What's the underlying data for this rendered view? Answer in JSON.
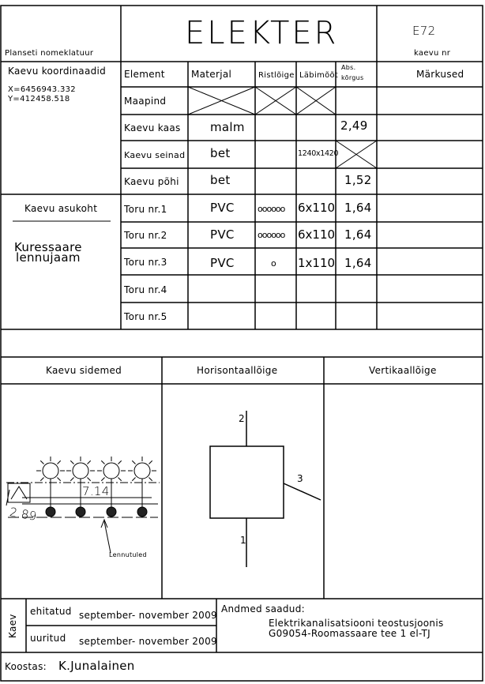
{
  "header": {
    "title": "ELEKTER",
    "nomenclature_label": "Planseti nomeklatuur",
    "well_id": "E72",
    "well_no_label": "kaevu nr"
  },
  "coords": {
    "label": "Kaevu koordinaadid",
    "x": "X=6456943.332",
    "y": "Y=412458.518"
  },
  "columns": {
    "element": "Element",
    "material": "Materjal",
    "cross": "Ristlõige",
    "dim": "Läbimõõt",
    "abs_line1": "Abs.",
    "abs_line2": "kõrgus",
    "notes": "Märkused"
  },
  "rows": [
    {
      "element": "Maapind",
      "material": "",
      "cross": "",
      "dim": "",
      "abs": ""
    },
    {
      "element": "Kaevu kaas",
      "material": "malm",
      "cross": "",
      "dim": "",
      "abs": "2,49"
    },
    {
      "element": "Kaevu seinad",
      "material": "bet",
      "cross": "",
      "dim": "1240x1420",
      "abs": ""
    },
    {
      "element": "Kaevu põhi",
      "material": "bet",
      "cross": "",
      "dim": "",
      "abs": "1,52"
    },
    {
      "element": "Toru nr.1",
      "material": "PVC",
      "cross": "oooooo",
      "dim": "6x110",
      "abs": "1,64"
    },
    {
      "element": "Toru nr.2",
      "material": "PVC",
      "cross": "oooooo",
      "dim": "6x110",
      "abs": "1,64"
    },
    {
      "element": "Toru nr.3",
      "material": "PVC",
      "cross": "o",
      "dim": "1x110",
      "abs": "1,64"
    },
    {
      "element": "Toru nr.4",
      "material": "",
      "cross": "",
      "dim": "",
      "abs": ""
    },
    {
      "element": "Toru nr.5",
      "material": "",
      "cross": "",
      "dim": "",
      "abs": ""
    }
  ],
  "location": {
    "label": "Kaevu asukoht",
    "line1": "Kuressaare",
    "line2": "lennujaam"
  },
  "sections": {
    "links": "Kaevu sidemed",
    "horizontal": "Horisontaallõige",
    "vertical": "Vertikaallõige"
  },
  "sketch": {
    "dim1": "7.14",
    "dim2": "2.89",
    "label": "Lennutuled",
    "pipe1": "1",
    "pipe2": "2",
    "pipe3": "3"
  },
  "footer": {
    "side_label": "Kaev",
    "built_label": "ehitatud",
    "built_value": "september- november 2009",
    "surveyed_label": "uuritud",
    "surveyed_value": "september- november 2009",
    "source_label": "Andmed saadud:",
    "source_line1": "Elektrikanalisatsiooni teostusjoonis",
    "source_line2": "G09054-Roomassaare tee 1 el-TJ",
    "author_label": "Koostas:",
    "author": "K.Junalainen"
  }
}
